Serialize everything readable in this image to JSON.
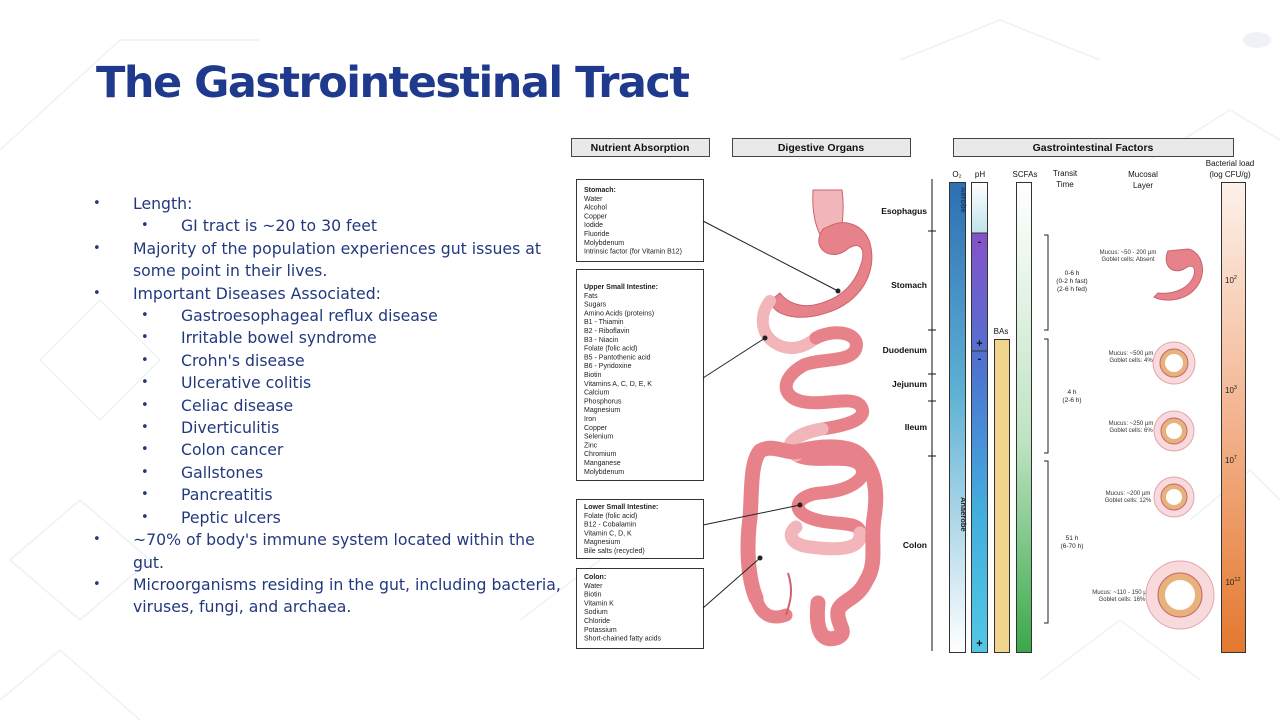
{
  "slide": {
    "title": "The Gastrointestinal Tract",
    "bullets": [
      {
        "level": 1,
        "text": "Length:"
      },
      {
        "level": 2,
        "text": "GI tract is ~20 to 30 feet"
      },
      {
        "level": 1,
        "text": "Majority of the population experiences gut issues at some point in their lives."
      },
      {
        "level": 1,
        "text": "Important Diseases Associated:"
      },
      {
        "level": 2,
        "text": "Gastroesophageal reflux disease"
      },
      {
        "level": 2,
        "text": "Irritable bowel syndrome"
      },
      {
        "level": 2,
        "text": "Crohn's disease"
      },
      {
        "level": 2,
        "text": "Ulcerative colitis"
      },
      {
        "level": 2,
        "text": "Celiac disease"
      },
      {
        "level": 2,
        "text": "Diverticulitis"
      },
      {
        "level": 2,
        "text": "Colon cancer"
      },
      {
        "level": 2,
        "text": "Gallstones"
      },
      {
        "level": 2,
        "text": "Pancreatitis"
      },
      {
        "level": 2,
        "text": "Peptic ulcers"
      },
      {
        "level": 1,
        "text": "~70% of body's immune system located within the gut."
      },
      {
        "level": 1,
        "text": "Microorganisms residing in the gut, including bacteria, viruses, fungi, and archaea."
      }
    ],
    "bullet_symbol": "•"
  },
  "figure": {
    "headers": {
      "absorption": "Nutrient Absorption",
      "organs": "Digestive Organs",
      "factors": "Gastrointestinal Factors"
    },
    "absorption_boxes": {
      "stomach": {
        "title": "Stomach:",
        "items": [
          "Water",
          "Alcohol",
          "Copper",
          "Iodide",
          "Fluoride",
          "Molybdenum",
          "Intrinsic factor (for Vitamin B12)"
        ]
      },
      "upper_si": {
        "title": "Upper Small Intestine:",
        "items": [
          "Fats",
          "Sugars",
          "Amino Acids (proteins)",
          "B1 - Thiamin",
          "B2 - Riboflavin",
          "B3 - Niacin",
          "Folate (folic acid)",
          "B5 - Pantothenic acid",
          "B6 - Pyridoxine",
          "Biotin",
          "Vitamins A, C, D, E, K",
          "Calcium",
          "Phosphorus",
          "Magnesium",
          "Iron",
          "Copper",
          "Selenium",
          "Zinc",
          "Chromium",
          "Manganese",
          "Molybdenum"
        ]
      },
      "lower_si": {
        "title": "Lower Small Intestine:",
        "items": [
          "Folate (folic acid)",
          "B12 - Cobalamin",
          "Vitamin C, D, K",
          "Magnesium",
          "Bile salts (recycled)"
        ]
      },
      "colon": {
        "title": "Colon:",
        "items": [
          "Water",
          "Biotin",
          "Vitamin K",
          "Sodium",
          "Chloride",
          "Potassium",
          "Short-chained fatty acids"
        ]
      }
    },
    "organ_labels": {
      "esophagus": "Esophagus",
      "stomach": "Stomach",
      "duodenum": "Duodenum",
      "jejunum": "Jejunum",
      "ileum": "Ileum",
      "colon": "Colon"
    },
    "factor_headers": {
      "o2": "O₂",
      "ph": "pH",
      "scfas": "SCFAs",
      "transit": [
        "Transit",
        "Time"
      ],
      "mucosal": [
        "Mucosal",
        "Layer"
      ],
      "bacterial": [
        "Bacterial load",
        "(log CFU/g)"
      ]
    },
    "o2_labels": {
      "top": "Aerobe",
      "bottom": "Anaerobe"
    },
    "ph_signs": {
      "minus": "-",
      "plus": "+"
    },
    "bas_label": "BAs",
    "transit_times": [
      {
        "main": "0-6 h",
        "sub": [
          "(0-2 h fast)",
          "(2-6 h fed)"
        ]
      },
      {
        "main": "4 h",
        "sub": [
          "(2-6 h)"
        ]
      },
      {
        "main": "51 h",
        "sub": [
          "(6-70 h)"
        ]
      }
    ],
    "mucus": [
      {
        "mucus": "Mucus: ~50 - 200 µm",
        "goblet": "Goblet cells: Absent"
      },
      {
        "mucus": "Mucus: ~500 µm",
        "goblet": "Goblet cells: 4%"
      },
      {
        "mucus": "Mucus: ~250 µm",
        "goblet": "Goblet cells: 6%"
      },
      {
        "mucus": "Mucus: ~200 µm",
        "goblet": "Goblet cells: 12%"
      },
      {
        "mucus": "Mucus: ~110 - 150 µm",
        "goblet": "Goblet cells: 16%"
      }
    ],
    "bacterial_load": [
      {
        "base": "10",
        "exp": "2"
      },
      {
        "base": "10",
        "exp": "3"
      },
      {
        "base": "10",
        "exp": "7"
      },
      {
        "base": "10",
        "exp": "12"
      }
    ],
    "colors": {
      "title": "#1f3a8c",
      "bullet_text": "#22397f",
      "organ_fill": "#e8828a",
      "organ_light": "#f2b6ba",
      "organ_stroke": "#c9646c",
      "bacterial_gradient_top": "#fdf1ea",
      "bacterial_gradient_bottom": "#e4782e",
      "bas_fill": "#f1d58d",
      "scfa_fill": "#3aa84a"
    }
  }
}
